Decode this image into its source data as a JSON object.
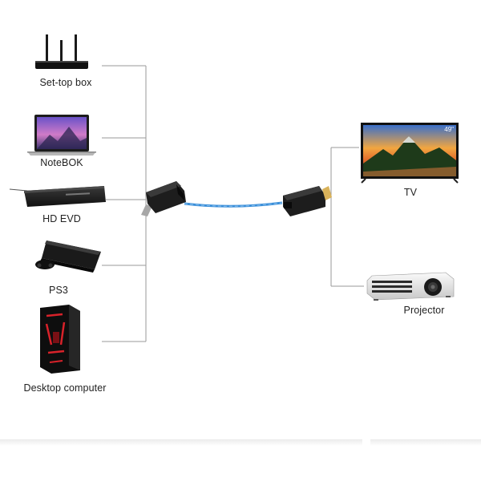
{
  "devices": {
    "set_top_box": "Set-top box",
    "notebook": "NoteBOK",
    "hd_evd": "HD EVD",
    "ps3": "PS3",
    "desktop": "Desktop computer",
    "tv": "TV",
    "projector": "Projector"
  },
  "tv_badge": "49\"",
  "colors": {
    "line": "#9a9a9a",
    "cable": "#3b8fd9",
    "device_dark": "#1e1e1e",
    "accent_red": "#d8222a"
  },
  "icons": {
    "set_top_box": "router-icon",
    "notebook": "laptop-icon",
    "hd_evd": "disc-player-icon",
    "ps3": "game-console-icon",
    "desktop": "desktop-tower-icon",
    "tv": "television-icon",
    "projector": "projector-icon",
    "transmitter": "hdmi-extender-icon",
    "receiver": "hdmi-extender-icon",
    "cable": "ethernet-cable-icon"
  }
}
